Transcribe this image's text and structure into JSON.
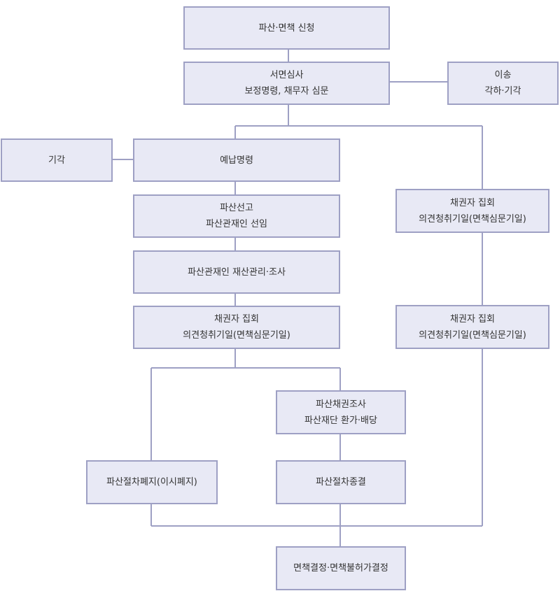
{
  "nodes": {
    "bankruptcy_application": {
      "line1": "파산·면책 신청"
    },
    "document_review": {
      "line1": "서면심사",
      "line2": "보정명령, 채무자 심문"
    },
    "transfer": {
      "line1": "이송",
      "line2": "각하·기각"
    },
    "dismissal": {
      "line1": "기각"
    },
    "prepayment_order": {
      "line1": "예납명령"
    },
    "bankruptcy_declaration": {
      "line1": "파산선고",
      "line2": "파산관재인 선임"
    },
    "trustee_investigation": {
      "line1": "파산관재인 재산관리·조사"
    },
    "creditors_meeting_left": {
      "line1": "채권자 집회",
      "line2": "의견청취기일(면책심문기일)"
    },
    "creditors_meeting_right1": {
      "line1": "채권자 집회",
      "line2": "의견청취기일(면책심문기일)"
    },
    "creditors_meeting_right2": {
      "line1": "채권자 집회",
      "line2": "의견청취기일(면책심문기일)"
    },
    "claims_investigation": {
      "line1": "파산채권조사",
      "line2": "파산재단 환가·배당"
    },
    "procedure_abolition": {
      "line1": "파산절차폐지(이시폐지)"
    },
    "procedure_termination": {
      "line1": "파산절차종결"
    },
    "discharge_decision": {
      "line1": "면책결정·면책불허가결정"
    }
  },
  "colors": {
    "box_fill": "#e8e9f5",
    "box_border": "#9ea0c4",
    "text": "#333333",
    "connector": "#9ea0c4"
  }
}
